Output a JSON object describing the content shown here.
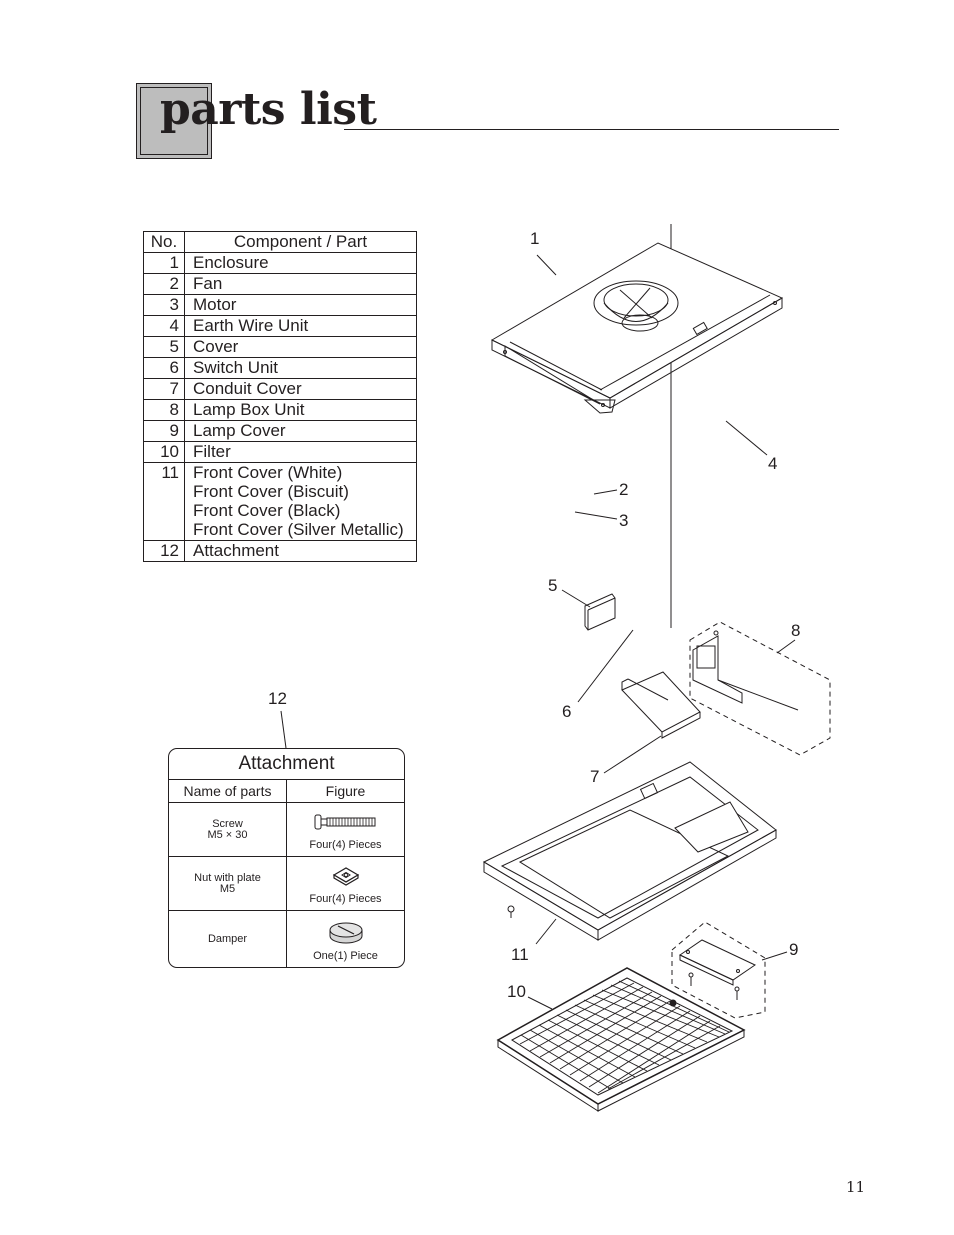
{
  "page": {
    "title": "parts list",
    "page_number": "11"
  },
  "parts_table": {
    "headers": {
      "no": "No.",
      "part": "Component / Part"
    },
    "rows": [
      {
        "no": "1",
        "lines": [
          "Enclosure"
        ]
      },
      {
        "no": "2",
        "lines": [
          "Fan"
        ]
      },
      {
        "no": "3",
        "lines": [
          "Motor"
        ]
      },
      {
        "no": "4",
        "lines": [
          "Earth Wire Unit"
        ]
      },
      {
        "no": "5",
        "lines": [
          "Cover"
        ]
      },
      {
        "no": "6",
        "lines": [
          "Switch Unit"
        ]
      },
      {
        "no": "7",
        "lines": [
          "Conduit Cover"
        ]
      },
      {
        "no": "8",
        "lines": [
          "Lamp Box Unit"
        ]
      },
      {
        "no": "9",
        "lines": [
          "Lamp Cover"
        ]
      },
      {
        "no": "10",
        "lines": [
          "Filter"
        ]
      },
      {
        "no": "11",
        "lines": [
          "Front Cover (White)",
          "Front Cover (Biscuit)",
          "Front Cover (Black)",
          "Front Cover (Silver Metallic)"
        ]
      },
      {
        "no": "12",
        "lines": [
          "Attachment"
        ]
      }
    ]
  },
  "attachment": {
    "callout": "12",
    "title": "Attachment",
    "headers": {
      "name": "Name of parts",
      "figure": "Figure"
    },
    "rows": [
      {
        "name_lines": [
          "Screw",
          "M5 × 30"
        ],
        "qty": "Four(4) Pieces",
        "icon": "screw-icon"
      },
      {
        "name_lines": [
          "Nut with plate",
          "M5"
        ],
        "qty": "Four(4) Pieces",
        "icon": "nut-plate-icon"
      },
      {
        "name_lines": [
          "Damper"
        ],
        "qty": "One(1) Piece",
        "icon": "damper-icon"
      }
    ]
  },
  "diagram_labels": {
    "l1": "1",
    "l2": "2",
    "l3": "3",
    "l4": "4",
    "l5": "5",
    "l6": "6",
    "l7": "7",
    "l8": "8",
    "l9": "9",
    "l10": "10",
    "l11": "11"
  }
}
